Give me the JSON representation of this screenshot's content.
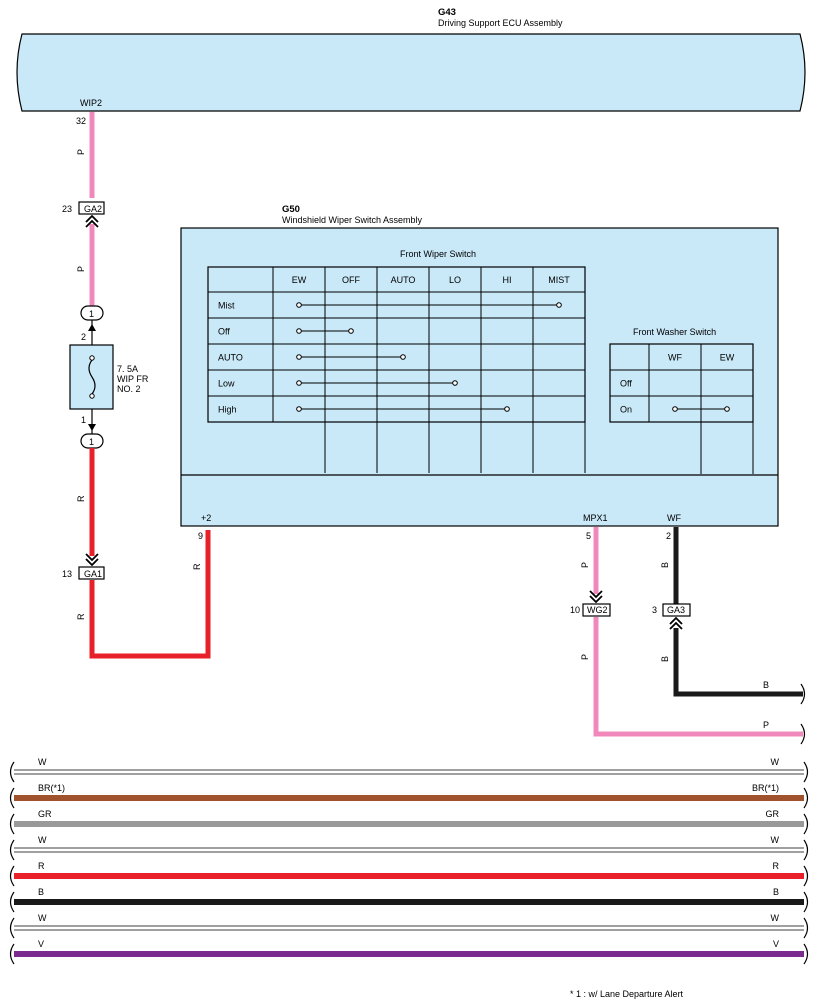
{
  "ecu": {
    "code": "G43",
    "name": "Driving Support ECU Assembly",
    "pin_name": "WIP2",
    "pin_number": "32"
  },
  "switch_assembly": {
    "code": "G50",
    "name": "Windshield Wiper Switch Assembly",
    "front_wiper_switch": {
      "title": "Front Wiper Switch",
      "columns": [
        "EW",
        "OFF",
        "AUTO",
        "LO",
        "HI",
        "MIST"
      ],
      "rows": [
        "Mist",
        "Off",
        "AUTO",
        "Low",
        "High"
      ],
      "connections": [
        {
          "row": 0,
          "from": 0,
          "to": 5
        },
        {
          "row": 1,
          "from": 0,
          "to": 1
        },
        {
          "row": 2,
          "from": 0,
          "to": 2
        },
        {
          "row": 3,
          "from": 0,
          "to": 3
        },
        {
          "row": 4,
          "from": 0,
          "to": 4
        }
      ]
    },
    "front_washer_switch": {
      "title": "Front Washer Switch",
      "columns": [
        "WF",
        "EW"
      ],
      "rows": [
        "Off",
        "On"
      ],
      "connections": [
        {
          "row": 1,
          "from": 0,
          "to": 1
        }
      ]
    },
    "pins": [
      {
        "name": "+2",
        "number": "9"
      },
      {
        "name": "MPX1",
        "number": "5"
      },
      {
        "name": "WF",
        "number": "2"
      }
    ]
  },
  "fuse": {
    "rating": "7. 5A",
    "name_line1": "WIP FR",
    "name_line2": "NO. 2",
    "pin_top": "2",
    "pin_bottom": "1",
    "terminal_top": "1",
    "terminal_bottom": "1"
  },
  "connectors": {
    "ga2": {
      "label": "GA2",
      "pin": "23"
    },
    "ga1": {
      "label": "GA1",
      "pin": "13"
    },
    "wg2": {
      "label": "WG2",
      "pin": "10"
    },
    "ga3": {
      "label": "GA3",
      "pin": "3"
    }
  },
  "wire_labels": {
    "ecu_to_ga2": "P",
    "ga2_to_fuse": "P",
    "fuse_to_ga1": "R",
    "ga1_below": "R",
    "switch_plus2": "R",
    "mpx1_wire": "P",
    "wg2_below": "P",
    "wf_wire": "B",
    "ga3_below": "B",
    "exit_black": "B",
    "exit_pink": "P"
  },
  "bus_wires": [
    {
      "left": "W",
      "right": "W",
      "color": "#ffffff"
    },
    {
      "left": "BR(*1)",
      "right": "BR(*1)",
      "color": "#a0522d"
    },
    {
      "left": "GR",
      "right": "GR",
      "color": "#999999"
    },
    {
      "left": "W",
      "right": "W",
      "color": "#ffffff"
    },
    {
      "left": "R",
      "right": "R",
      "color": "#e8202a"
    },
    {
      "left": "B",
      "right": "B",
      "color": "#1a1a1a"
    },
    {
      "left": "W",
      "right": "W",
      "color": "#ffffff"
    },
    {
      "left": "V",
      "right": "V",
      "color": "#7b2b8e"
    }
  ],
  "footnote": "* 1 : w/ Lane Departure Alert",
  "colors": {
    "box_fill": "#c9e8f8",
    "pink": "#f088bc",
    "red": "#e8202a",
    "black": "#1a1a1a"
  }
}
